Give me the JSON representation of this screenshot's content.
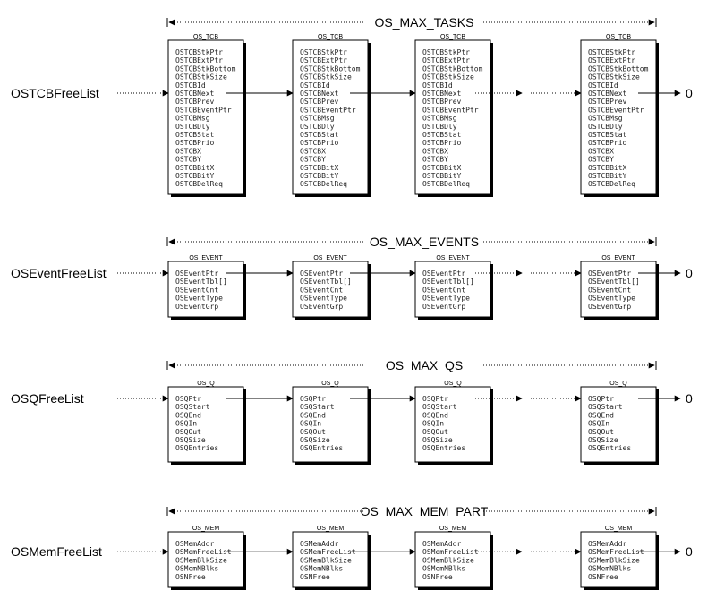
{
  "sections": [
    {
      "list_label": "OSTCBFreeList",
      "range_label": "OS_MAX_TASKS",
      "block_title": "OS_TCB",
      "fields": [
        "OSTCBStkPtr",
        "OSTCBExtPtr",
        "OSTCBStkBottom",
        "OSTCBStkSize",
        "OSTCBId",
        "OSTCBNext",
        "OSTCBPrev",
        "OSTCBEventPtr",
        "OSTCBMsg",
        "OSTCBDly",
        "OSTCBStat",
        "OSTCBPrio",
        "OSTCBX",
        "OSTCBY",
        "OSTCBBitX",
        "OSTCBBitY",
        "OSTCBDelReq"
      ],
      "link_field_index": 5,
      "terminator": "0"
    },
    {
      "list_label": "OSEventFreeList",
      "range_label": "OS_MAX_EVENTS",
      "block_title": "OS_EVENT",
      "fields": [
        "OSEventPtr",
        "OSEventTbl[]",
        "OSEventCnt",
        "OSEventType",
        "OSEventGrp"
      ],
      "link_field_index": 0,
      "terminator": "0"
    },
    {
      "list_label": "OSQFreeList",
      "range_label": "OS_MAX_QS",
      "block_title": "OS_Q",
      "fields": [
        "OSQPtr",
        "OSQStart",
        "OSQEnd",
        "OSQIn",
        "OSQOut",
        "OSQSize",
        "OSQEntries"
      ],
      "link_field_index": 0,
      "terminator": "0"
    },
    {
      "list_label": "OSMemFreeList",
      "range_label": "OS_MAX_MEM_PART",
      "block_title": "OS_MEM",
      "fields": [
        "OSMemAddr",
        "OSMemFreeList",
        "OSMemBlkSize",
        "OSMemNBlks",
        "OSNFree"
      ],
      "link_field_index": 1,
      "terminator": "0"
    }
  ]
}
